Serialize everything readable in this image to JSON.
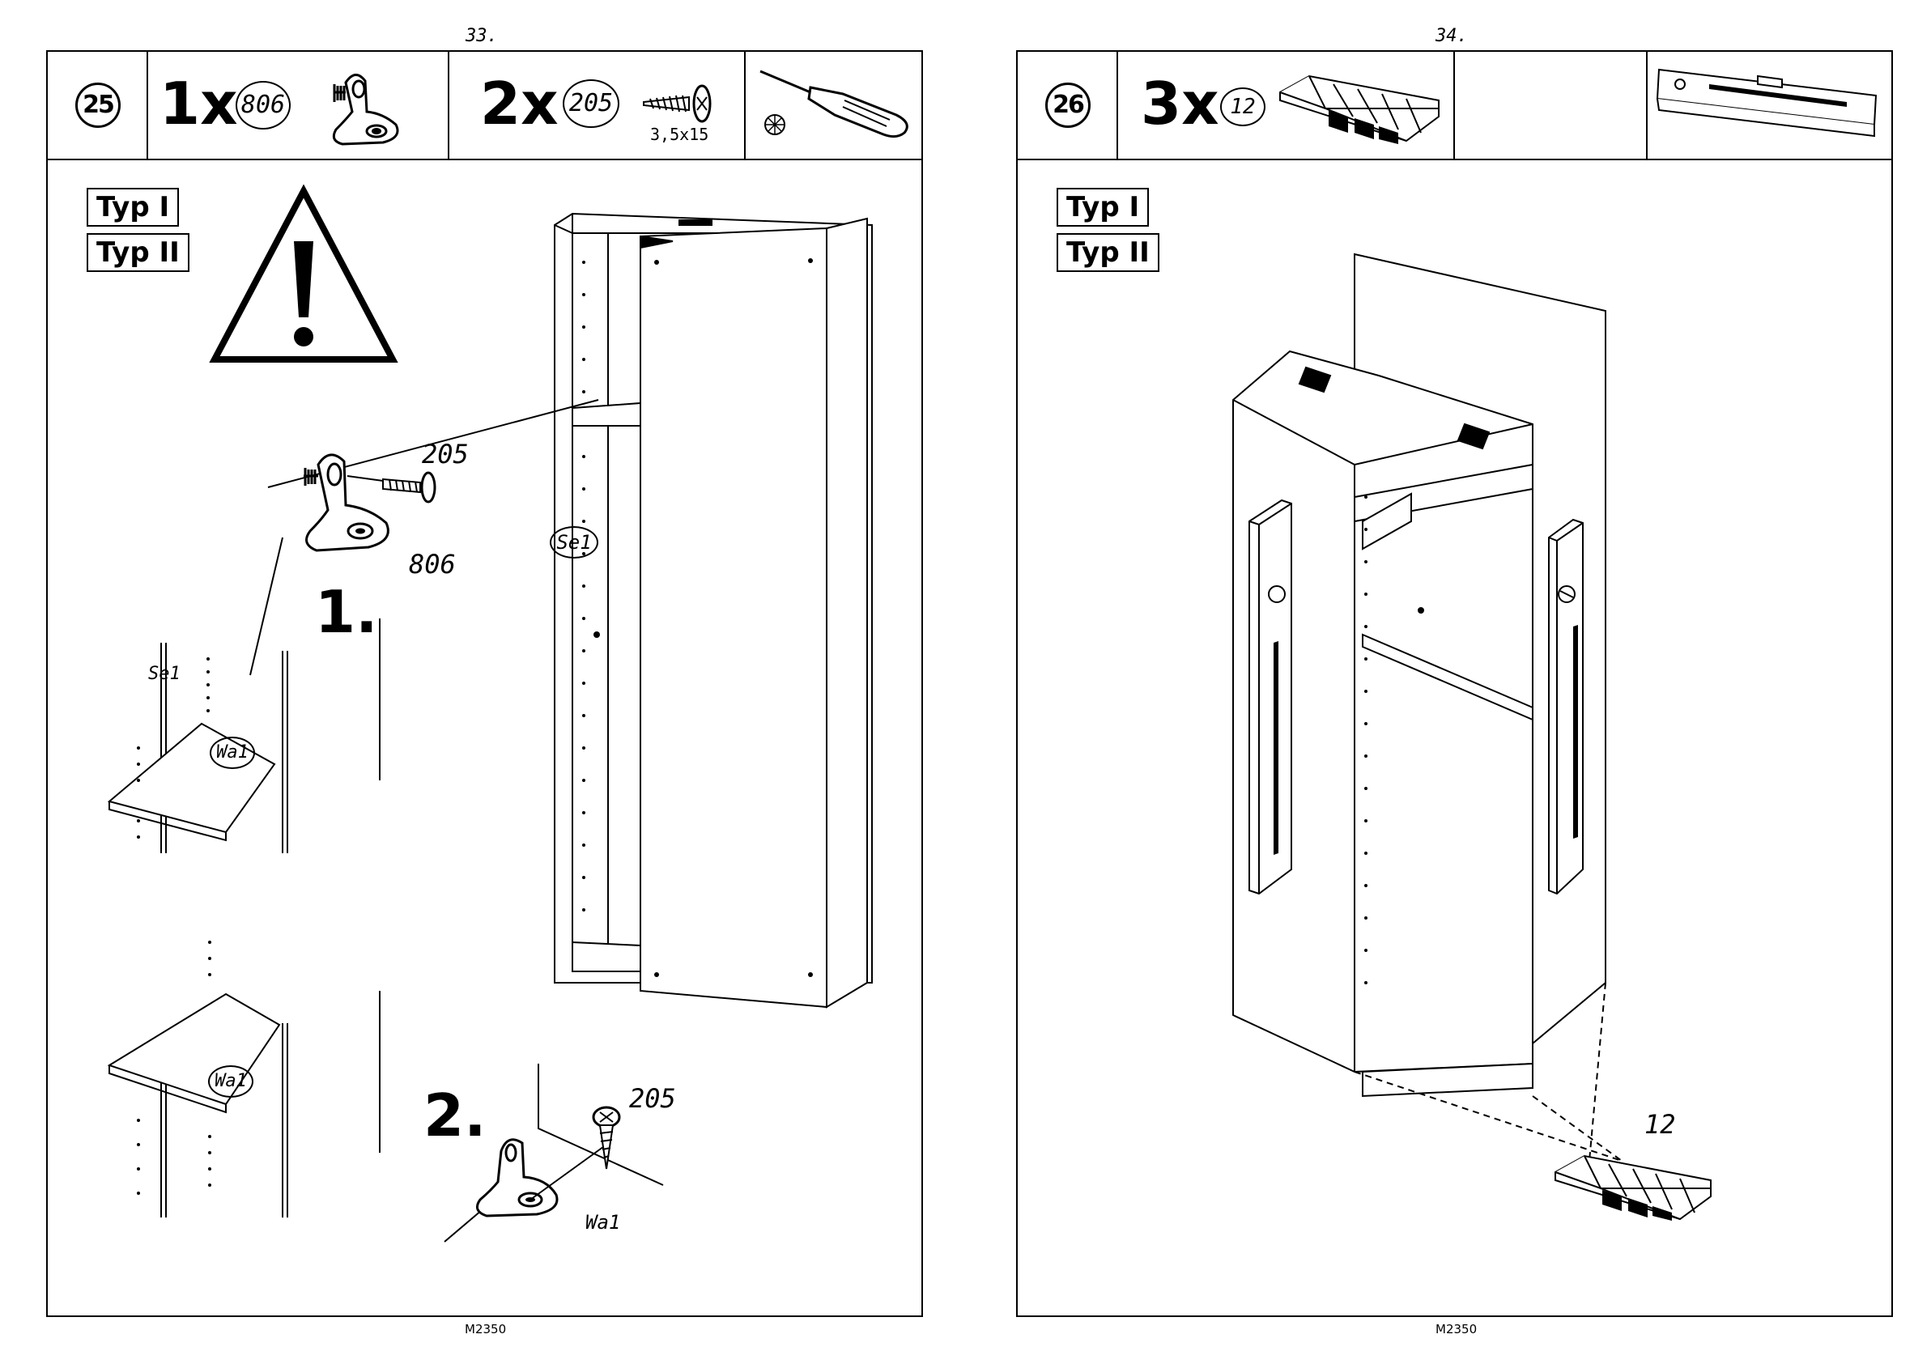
{
  "left_page": {
    "page_number": "33.",
    "step": "25",
    "parts": [
      {
        "qty": "1x",
        "ref": "806"
      },
      {
        "qty": "2x",
        "ref": "205",
        "spec": "3,5x15"
      }
    ],
    "typ_labels": [
      "Typ I",
      "Typ II"
    ],
    "callouts": {
      "screw": "205",
      "bracket": "806",
      "panel_se": "Se1",
      "cabinet_se": "Se1",
      "shelf_top": "Wa1",
      "shelf_bottom": "Wa1",
      "screw_2": "205",
      "wall_2": "Wa1"
    },
    "sub_steps": [
      "1.",
      "2."
    ],
    "footer": "M2350"
  },
  "right_page": {
    "page_number": "34.",
    "step": "26",
    "parts": [
      {
        "qty": "3x",
        "ref": "12"
      }
    ],
    "typ_labels": [
      "Typ I",
      "Typ II"
    ],
    "callouts": {
      "wedge": "12"
    },
    "footer": "M2350"
  }
}
